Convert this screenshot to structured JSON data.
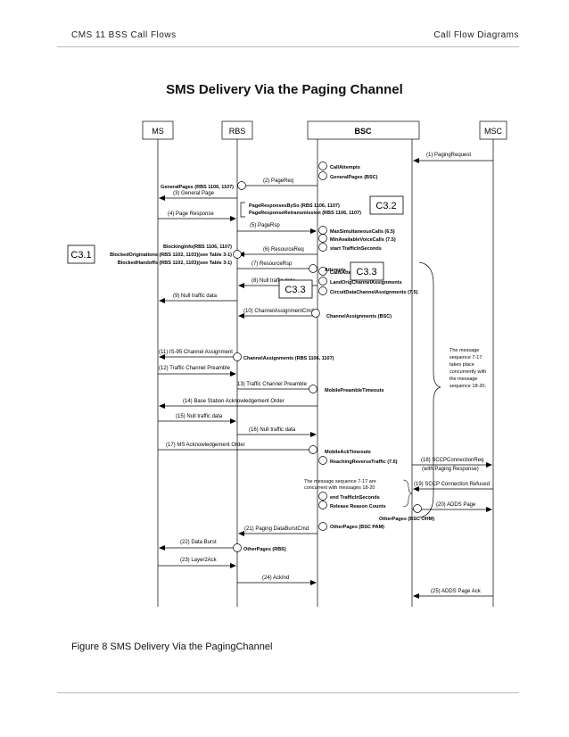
{
  "header": {
    "left": "CMS 11 BSS Call Flows",
    "right": "Call Flow Diagrams"
  },
  "title": "SMS Delivery Via the Paging Channel",
  "caption": "Figure 8  SMS Delivery Via the PagingChannel",
  "entities": {
    "ms": "MS",
    "rbs": "RBS",
    "bsc": "BSC",
    "msc": "MSC"
  },
  "callouts": {
    "c31": "C3.1",
    "c32": "C3.2",
    "c33a": "C3.3",
    "c33b": "C3.3"
  },
  "messages": [
    "(1) PagingRequest",
    "(2) PageReq",
    "(3) General Page",
    "(4) Page Response",
    "(5) PageRsp",
    "(6) ResourceReq",
    "(7) ResourceRsp",
    "(8) Null traffic data",
    "(9) Null traffic data",
    "(10) ChannelAssignmentCmd",
    "(11) IS-95 Channel Assignment",
    "(12) Traffic Channel Preamble",
    "13) Traffic Channel Preamble",
    "(14) Base Station Acknowledgement Order",
    "(15) Null traffic data",
    "(16) Null traffic data",
    "(17) MS Acknowledgement Order",
    "(18) SCCPConnectionReq",
    "(with Paging Response)",
    "(19) SCCP Connection Refused",
    "(20) ADDS Page",
    "(21) Paging DataBurstCmd",
    "(22) Data Burst",
    "(23) Layer2Ack",
    "(24) AckInd",
    "(25) ADDS Page Ack"
  ],
  "counters": {
    "call_attempts": "CallAttempts",
    "general_pages_bsc": "GeneralPages (BSC)",
    "general_pages_rbs": "GeneralPages (RBS 1106, 1107)",
    "page_resp_line1": "PageResponsesBySo (RBS 1106, 1107)",
    "page_resp_line2": "PageResponseRetransmission (RBS 1106, 1107)",
    "max_sim_calls": "MaxSimultaneousCalls (6.5)",
    "min_avail_voice": "MinAvailableVoiceCalls (7.5)",
    "start_traffic": "start TrafficInSeconds",
    "blocking_info": "BlockingInfo(RBS 1106, 1107)",
    "blocked_orig": "BlockedOriginations (RBS 1102, 1103)(see Table 3-1)",
    "blocked_handoffs": "BlockedHandoffs (RBS 1102, 1103)(see Table 3-1)",
    "attempts": "Attempts",
    "calls_attempted": "CallsAttempted",
    "land_orig": "LandOrigChannelAssignments",
    "circuit_data": "CircuitDataChannelAssignments (7.5)",
    "chan_assign_bsc": "ChannelAssignments (BSC)",
    "chan_assign_rbs": "ChannelAssignments (RBS 1106, 1107)",
    "mobile_preamble": "MobilePreambleTimeouts",
    "mobile_ack": "MobileAckTimeouts",
    "reaching_rev": "ReachingReverseTraffic (7.5)",
    "concurrent_note_1": "The message sequence 7-17 are",
    "concurrent_note_2": "concurrent with messages 18-20",
    "end_traffic": "end TrafficInSeconds",
    "release_reason": "Release Reason Counts",
    "other_pages_ohm": "OtherPages (BSC OHM)",
    "other_pages_pam": "OtherPages (BSC PAM)",
    "other_pages_rbs": "OtherPages (RBS)"
  },
  "note": [
    "The message",
    "sequence 7-17",
    "takes place",
    "concurrently with",
    "the message",
    "sequence 18-20."
  ]
}
